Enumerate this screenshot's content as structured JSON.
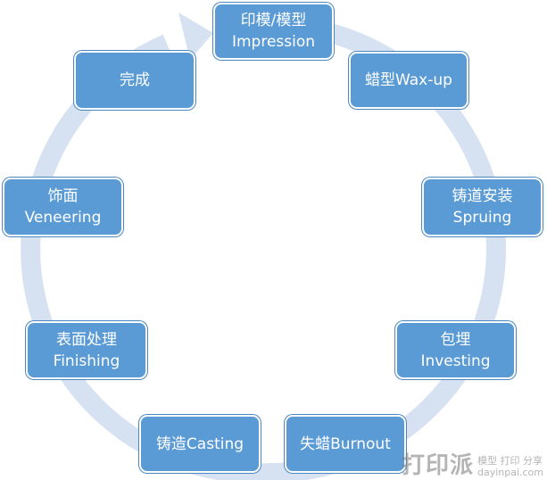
{
  "diagram": {
    "steps": [
      {
        "cn": "印模/模型",
        "en": "Impression"
      },
      {
        "cn": "蜡型Wax-up",
        "en": ""
      },
      {
        "cn": "铸道安装",
        "en": "Spruing"
      },
      {
        "cn": "包埋",
        "en": "Investing"
      },
      {
        "cn": "失蜡Burnout",
        "en": ""
      },
      {
        "cn": "铸造Casting",
        "en": ""
      },
      {
        "cn": "表面处理",
        "en": "Finishing"
      },
      {
        "cn": "饰面",
        "en": "Veneering"
      },
      {
        "cn": "完成",
        "en": ""
      }
    ]
  },
  "colors": {
    "box_fill": "#5b9bd5",
    "ring": "#d6e1f1"
  },
  "watermark": {
    "logo": "打印派",
    "tagline": "模型 打印 分享",
    "url": "dayinpai.com"
  }
}
